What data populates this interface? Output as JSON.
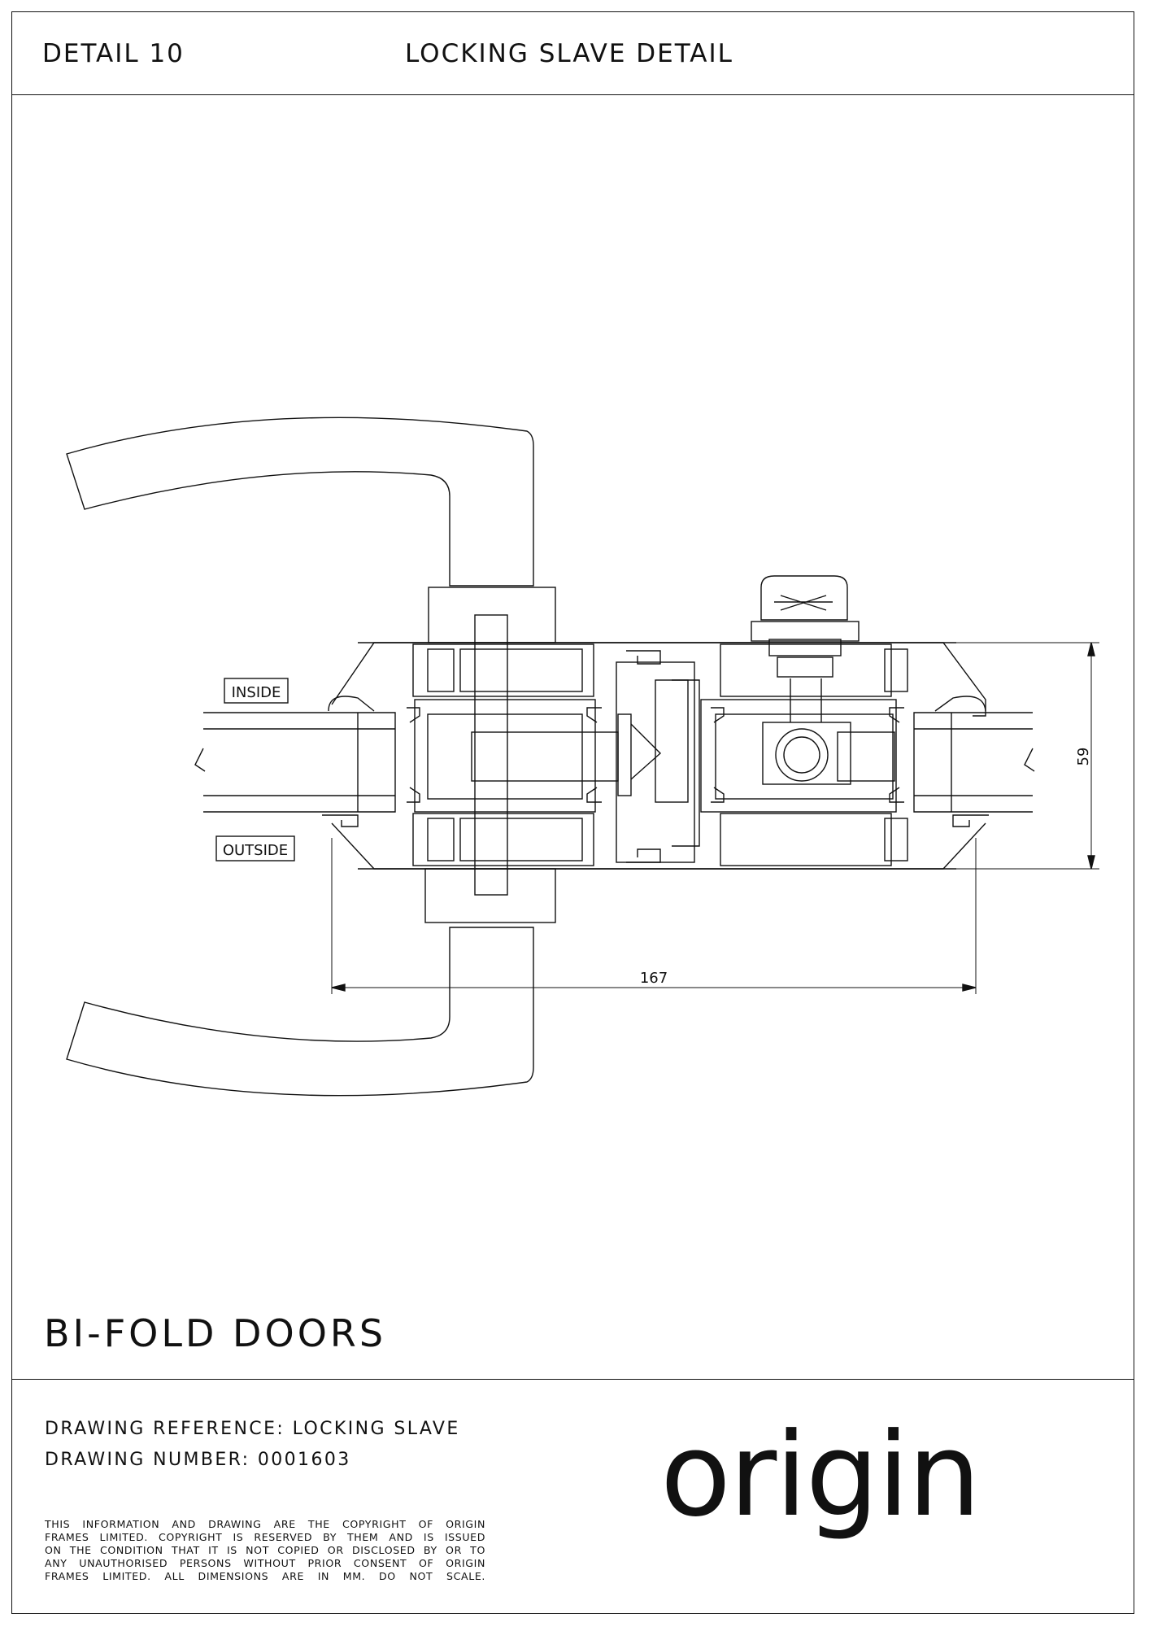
{
  "header": {
    "detail_label": "DETAIL 10",
    "title": "LOCKING SLAVE DETAIL"
  },
  "drawing": {
    "label_inside": "INSIDE",
    "label_outside": "OUTSIDE",
    "dim_width": "167",
    "dim_height": "59"
  },
  "product_title": "BI-FOLD DOORS",
  "reference": {
    "line1": "DRAWING REFERENCE: LOCKING SLAVE",
    "line2": "DRAWING NUMBER: 0001603"
  },
  "copyright": [
    "THIS INFORMATION AND DRAWING ARE THE COPYRIGHT OF ORIGIN",
    "FRAMES LIMITED. COPYRIGHT IS RESERVED BY THEM AND IS ISSUED",
    "ON THE CONDITION THAT IT IS NOT COPIED OR DISCLOSED BY OR TO",
    "ANY UNAUTHORISED PERSONS WITHOUT PRIOR CONSENT OF ORIGIN",
    "FRAMES LIMITED. ALL DIMENSIONS ARE IN MM. DO NOT SCALE."
  ],
  "logo": {
    "text": "origin",
    "color": "#111111"
  }
}
